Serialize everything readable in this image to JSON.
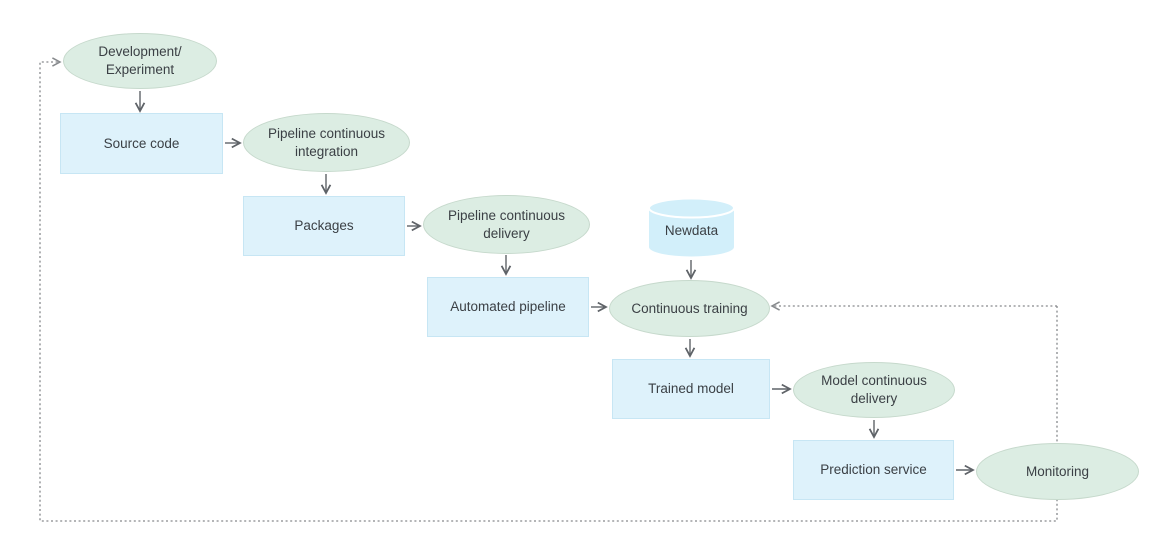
{
  "diagram_type": "mlops-ci-cd-flowchart",
  "colors": {
    "background": "#ffffff",
    "ellipse_fill": "#dcede3",
    "ellipse_border": "#c6d9cc",
    "rect_fill": "#def2fb",
    "rect_border": "#c7e6f4",
    "cylinder_fill": "#d2effa",
    "cylinder_lid_stroke": "#ffffff",
    "arrow": "#5f6368",
    "dotted_line": "#86898c",
    "text": "#3b4045"
  },
  "nodes": [
    {
      "id": "development-experiment",
      "shape": "ellipse",
      "label": "Development/ Experiment"
    },
    {
      "id": "source-code",
      "shape": "rect",
      "label": "Source code"
    },
    {
      "id": "pipeline-continuous-integration",
      "shape": "ellipse",
      "label": "Pipeline continuous integration"
    },
    {
      "id": "packages",
      "shape": "rect",
      "label": "Packages"
    },
    {
      "id": "pipeline-continuous-delivery",
      "shape": "ellipse",
      "label": "Pipeline continuous delivery"
    },
    {
      "id": "automated-pipeline",
      "shape": "rect",
      "label": "Automated pipeline"
    },
    {
      "id": "newdata",
      "shape": "cylinder",
      "label": "Newdata"
    },
    {
      "id": "continuous-training",
      "shape": "ellipse",
      "label": "Continuous training"
    },
    {
      "id": "trained-model",
      "shape": "rect",
      "label": "Trained model"
    },
    {
      "id": "model-continuous-delivery",
      "shape": "ellipse",
      "label": "Model continuous delivery"
    },
    {
      "id": "prediction-service",
      "shape": "rect",
      "label": "Prediction service"
    },
    {
      "id": "monitoring",
      "shape": "ellipse",
      "label": "Monitoring"
    }
  ],
  "edges": [
    {
      "from": "development-experiment",
      "to": "source-code",
      "style": "solid"
    },
    {
      "from": "source-code",
      "to": "pipeline-continuous-integration",
      "style": "solid"
    },
    {
      "from": "pipeline-continuous-integration",
      "to": "packages",
      "style": "solid"
    },
    {
      "from": "packages",
      "to": "pipeline-continuous-delivery",
      "style": "solid"
    },
    {
      "from": "pipeline-continuous-delivery",
      "to": "automated-pipeline",
      "style": "solid"
    },
    {
      "from": "automated-pipeline",
      "to": "continuous-training",
      "style": "solid"
    },
    {
      "from": "newdata",
      "to": "continuous-training",
      "style": "solid"
    },
    {
      "from": "continuous-training",
      "to": "trained-model",
      "style": "solid"
    },
    {
      "from": "trained-model",
      "to": "model-continuous-delivery",
      "style": "solid"
    },
    {
      "from": "model-continuous-delivery",
      "to": "prediction-service",
      "style": "solid"
    },
    {
      "from": "prediction-service",
      "to": "monitoring",
      "style": "solid"
    },
    {
      "from": "monitoring",
      "to": "continuous-training",
      "style": "dotted"
    },
    {
      "from": "monitoring",
      "to": "development-experiment",
      "style": "dotted"
    }
  ]
}
